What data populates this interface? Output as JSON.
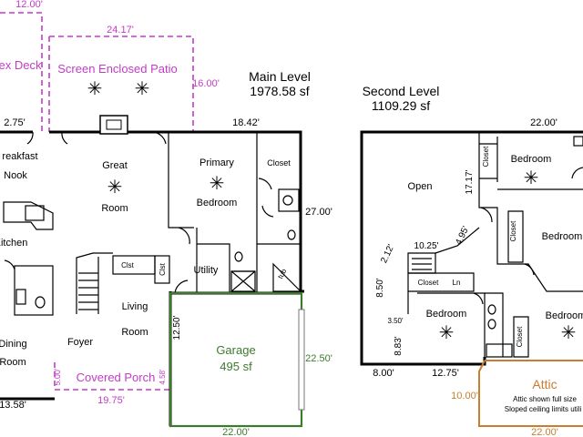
{
  "colors": {
    "deck": "#c23cc8",
    "garage": "#3d7a2e",
    "attic": "#c97d2e",
    "walls": "#000000"
  },
  "main_level": {
    "title": "Main Level",
    "area": "1978.58 sf",
    "dims": {
      "deck_top": "12.00'",
      "patio_width": "24.17'",
      "patio_depth": "16.00'",
      "left_top": "2.75'",
      "right_top": "18.42'",
      "right_side": "27.00'",
      "garage_depth_left": "12.50'",
      "garage_depth_right": "22.50'",
      "garage_width": "22.00'",
      "porch_left": "5.00'",
      "porch_width": "19.75'",
      "porch_right": "4.58'",
      "bottom_left": "13.58'"
    },
    "rooms": {
      "deck": "ex Deck",
      "patio": "Screen Enclosed Patio",
      "breakfast": "reakfast",
      "nook": "Nook",
      "great": "Great",
      "great_room": "Room",
      "primary": "Primary",
      "bedroom": "Bedroom",
      "closet": "Closet",
      "kitchen": "Kitchen",
      "clst1": "Clst",
      "clst2": "Clst",
      "utility": "Utility",
      "tub": "tub",
      "living": "Living",
      "living_room": "Room",
      "dining": "Dining",
      "dining_room": "Room",
      "foyer": "Foyer",
      "porch": "Covered Porch",
      "garage": "Garage",
      "garage_area": "495 sf"
    }
  },
  "second_level": {
    "title": "Second Level",
    "area": "1109.29 sf",
    "dims": {
      "top": "22.00'",
      "d1": "17.17'",
      "d2": "10.25'",
      "d3": "4.95'",
      "d4": "2.12'",
      "d5": "8.50'",
      "d6": "3.50'",
      "d7": "8.83'",
      "bottom1": "8.00'",
      "bottom2": "12.75'",
      "attic_side": "10.00'",
      "attic_bottom": "22.00'"
    },
    "rooms": {
      "open": "Open",
      "bed1": "Bedroom",
      "bed2": "Bedroom",
      "bed3": "Bedroom",
      "bed4": "Bedroom",
      "closet_a": "Closet",
      "closet_b": "Closet",
      "closet_c": "Closet",
      "closet_hall": "Closet",
      "ln": "Ln",
      "attic": "Attic",
      "attic_note1": "Attic shown full size",
      "attic_note2": "Sloped ceiling limits utili"
    }
  }
}
